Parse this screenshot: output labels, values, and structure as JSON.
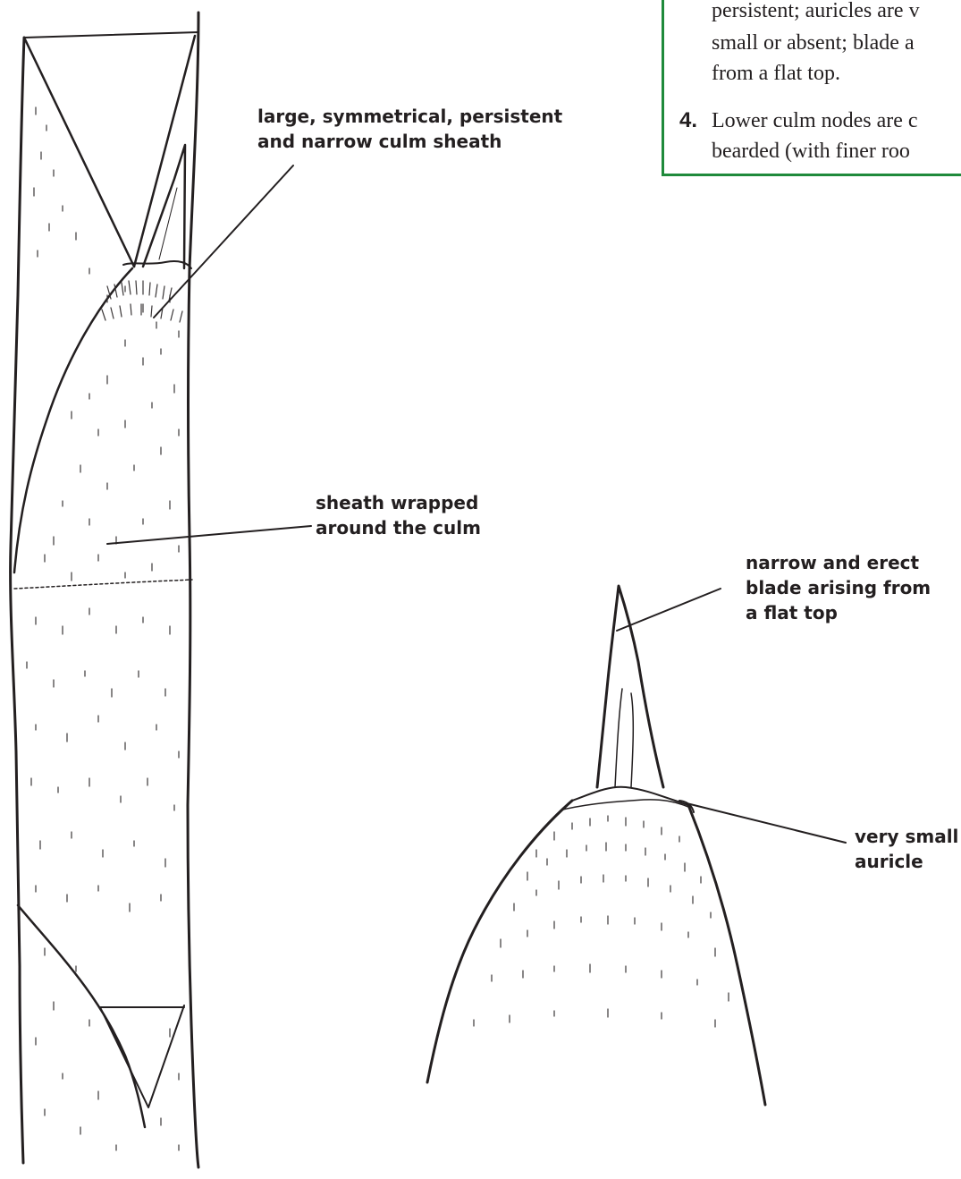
{
  "labels": {
    "culm_sheath": [
      "large, symmetrical, persistent",
      "and narrow culm sheath"
    ],
    "sheath_wrapped": [
      "sheath wrapped",
      "around the culm"
    ],
    "blade": [
      "narrow and erect",
      "blade arising from",
      "a flat top"
    ],
    "auricle": [
      "very small",
      "auricle"
    ]
  },
  "textbox": {
    "line1": "persistent; auricles are v",
    "line2": "small or absent; blade a",
    "line3": "from a flat top.",
    "item_number": "4.",
    "line4": "Lower culm nodes are c",
    "line5": "bearded (with finer roo"
  },
  "colors": {
    "ink": "#231f20",
    "box_border": "#1f8a3b"
  }
}
